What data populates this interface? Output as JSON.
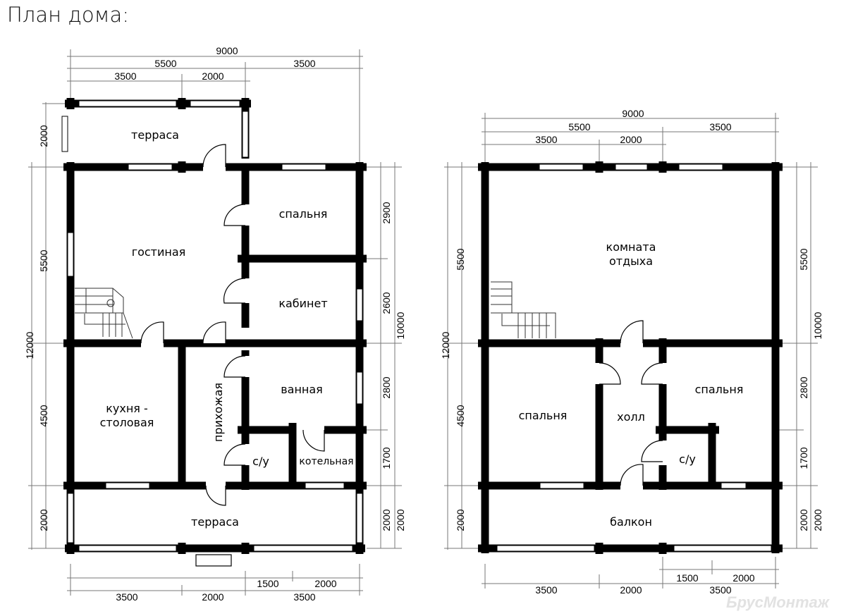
{
  "title": "План дома:",
  "watermark": "БрусМонтаж",
  "plan_ground": {
    "dims_top": [
      "9000",
      "5500",
      "3500",
      "3500",
      "2000"
    ],
    "dims_left": [
      "2000",
      "12000",
      "5500",
      "4500",
      "2000"
    ],
    "dims_right": [
      "2900",
      "2600",
      "2800",
      "1700",
      "2000",
      "10000",
      "2000"
    ],
    "dims_bottom": [
      "1500",
      "2000",
      "3500",
      "2000",
      "3500"
    ],
    "rooms": [
      "терраса",
      "спальня",
      "гостиная",
      "кабинет",
      "ванная",
      "кухня -",
      "столовая",
      "прихожая",
      "с/у",
      "котельная",
      "терраса"
    ]
  },
  "plan_upper": {
    "dims_top": [
      "9000",
      "5500",
      "3500",
      "3500",
      "2000"
    ],
    "dims_left": [
      "12000",
      "5500",
      "4500",
      "2000"
    ],
    "dims_right": [
      "5500",
      "10000",
      "2800",
      "1700",
      "2000",
      "2000"
    ],
    "dims_bottom": [
      "1500",
      "2000",
      "3500",
      "2000",
      "3500"
    ],
    "rooms": [
      "комната",
      "отдыха",
      "спальня",
      "холл",
      "спальня",
      "с/у",
      "балкон"
    ]
  }
}
